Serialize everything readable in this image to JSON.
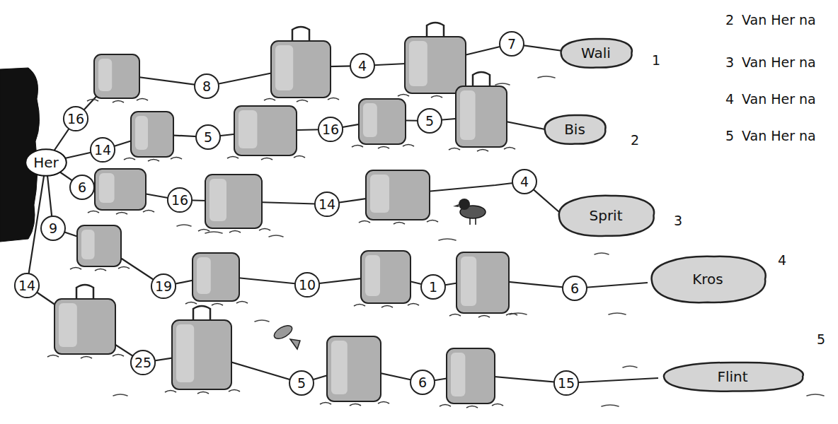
{
  "diagram": {
    "nodes": [
      {
        "text": [
          "Her"
        ]
      },
      {
        "text": [
          "Wali"
        ]
      },
      {
        "text": [
          "Bis"
        ]
      },
      {
        "text": [
          "Sprit"
        ]
      },
      {
        "text": [
          "Kros"
        ]
      },
      {
        "text": [
          "Flint"
        ]
      }
    ],
    "labels": [
      "2",
      "Van Her na",
      "3",
      "Van Her na",
      "4",
      "Van Her na",
      "5",
      "Van Her na",
      "16",
      "8",
      "4",
      "7",
      "14",
      "5",
      "16",
      "5",
      "6",
      "16",
      "14",
      "4",
      "9",
      "19",
      "10",
      "1",
      "6",
      "14",
      "25",
      "5",
      "6",
      "15",
      "1",
      "2",
      "3",
      "4",
      "5"
    ]
  }
}
